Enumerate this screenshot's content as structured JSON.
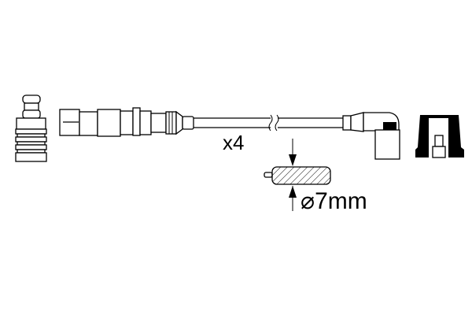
{
  "diagram": {
    "quantity_label": "x4",
    "diameter_symbol": "⌀",
    "diameter_label": "7mm",
    "colors": {
      "line": "#000000",
      "background": "#ffffff"
    },
    "parts": [
      "spark-plug-connector",
      "straight-plug-boot",
      "ignition-cable",
      "angled-plug-boot",
      "distributor-cap-connector",
      "cable-cross-section"
    ]
  }
}
